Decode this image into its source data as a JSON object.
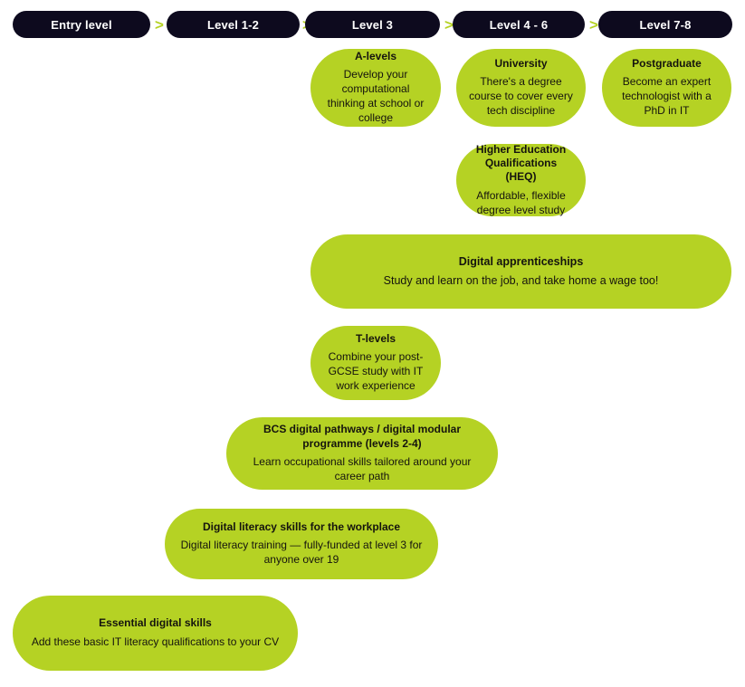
{
  "diagram": {
    "title": "IT and digital career pathways by qualification level",
    "colors": {
      "green": "#b5d224",
      "navy": "#0d0a1e",
      "text_dark": "#15140e",
      "text_light": "#ffffff",
      "background": "#ffffff"
    },
    "separator_glyph": ">",
    "levels": [
      {
        "label": "Entry level"
      },
      {
        "label": "Level 1-2"
      },
      {
        "label": "Level 3"
      },
      {
        "label": "Level 4 - 6"
      },
      {
        "label": "Level 7-8"
      }
    ],
    "nodes": [
      {
        "id": "a-levels",
        "title": "A-levels",
        "desc": "Develop your computational thinking at school or college"
      },
      {
        "id": "university",
        "title": "University",
        "desc": "There's a degree course to cover every tech discipline"
      },
      {
        "id": "postgraduate",
        "title": "Postgraduate",
        "desc": "Become an expert technologist with a PhD in IT"
      },
      {
        "id": "heq",
        "title": "Higher Education Qualifications (HEQ)",
        "desc": "Affordable, flexible degree level study"
      },
      {
        "id": "digital-apprenticeships",
        "title": "Digital apprenticeships",
        "desc": "Study and learn on the job, and take home a wage too!"
      },
      {
        "id": "t-levels",
        "title": "T-levels",
        "desc": "Combine your post-GCSE study with IT work experience"
      },
      {
        "id": "bcs-digital-pathways",
        "title": "BCS digital pathways / digital modular programme (levels 2-4)",
        "desc": "Learn occupational skills tailored around your career path"
      },
      {
        "id": "digital-literacy-workplace",
        "title": "Digital literacy skills for the workplace",
        "desc": "Digital literacy training — fully-funded at level 3 for anyone over 19"
      },
      {
        "id": "essential-digital-skills",
        "title": "Essential digital skills",
        "desc": "Add these basic IT literacy qualifications to your CV"
      }
    ]
  }
}
